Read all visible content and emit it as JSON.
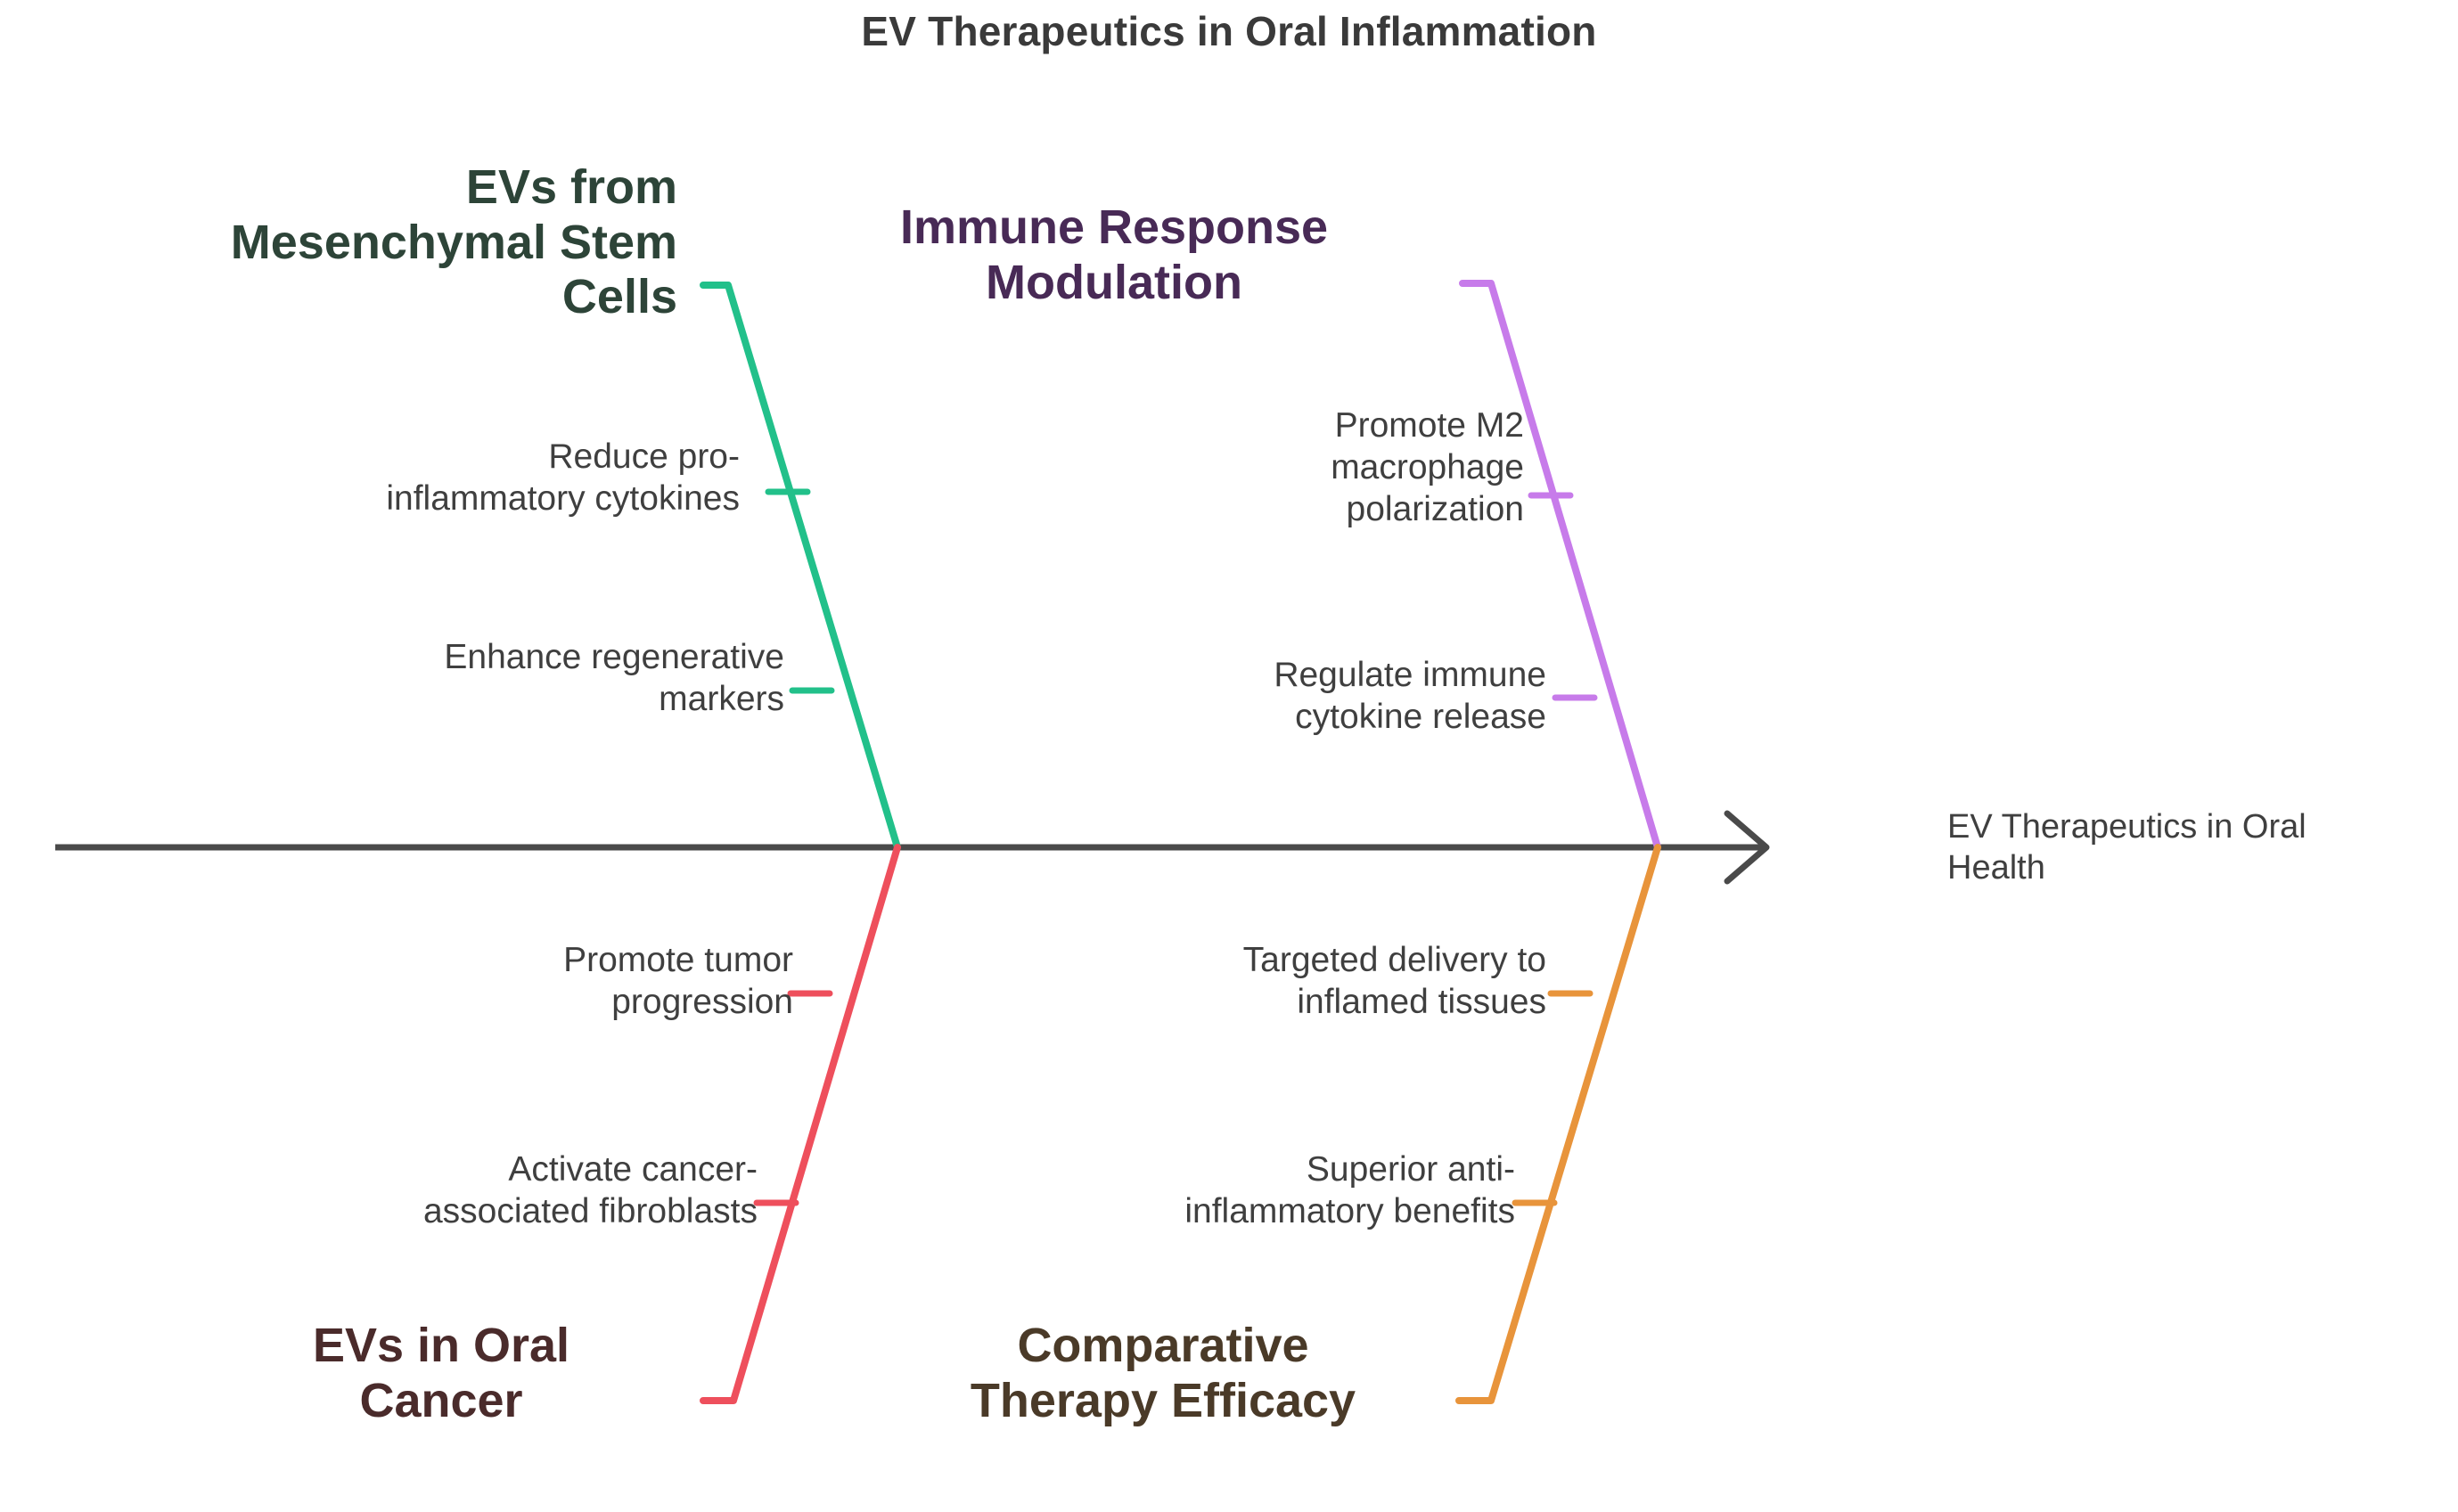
{
  "chart_data": {
    "type": "diagram",
    "diagram_kind": "fishbone-ishikawa",
    "title": "EV Therapeutics in Oral Inflammation",
    "effect": "EV Therapeutics in Oral Health",
    "spine": {
      "orientation": "horizontal",
      "arrow": "right"
    },
    "branches": [
      {
        "id": "msc",
        "label": "EVs from Mesenchymal Stem Cells",
        "position": "top-left",
        "color": "#22c08a",
        "text_color": "#2d4438",
        "causes": [
          "Reduce pro-inflammatory cytokines",
          "Enhance regenerative markers"
        ]
      },
      {
        "id": "immune",
        "label": "Immune Response Modulation",
        "position": "top-right",
        "color": "#c77bea",
        "text_color": "#482a56",
        "causes": [
          "Promote M2 macrophage polarization",
          "Regulate immune cytokine release"
        ]
      },
      {
        "id": "cancer",
        "label": "EVs in Oral Cancer",
        "position": "bottom-left",
        "color": "#ee4f5c",
        "text_color": "#4a2b2b",
        "causes": [
          "Promote tumor progression",
          "Activate cancer-associated fibroblasts"
        ]
      },
      {
        "id": "comparative",
        "label": "Comparative Therapy Efficacy",
        "position": "bottom-right",
        "color": "#e8943b",
        "text_color": "#4a3a28",
        "causes": [
          "Targeted delivery to inflamed tissues",
          "Superior anti-inflammatory benefits"
        ]
      }
    ]
  },
  "title": "EV Therapeutics in Oral Inflammation",
  "categories": {
    "msc": {
      "heading_line1": "EVs from",
      "heading_line2": "Mesenchymal Stem",
      "heading_line3": "Cells",
      "cause1_line1": "Reduce pro-",
      "cause1_line2": "inflammatory cytokines",
      "cause2_line1": "Enhance regenerative",
      "cause2_line2": "markers"
    },
    "immune": {
      "heading_line1": "Immune Response",
      "heading_line2": "Modulation",
      "cause1_line1": "Promote M2",
      "cause1_line2": "macrophage",
      "cause1_line3": "polarization",
      "cause2_line1": "Regulate immune",
      "cause2_line2": "cytokine release"
    },
    "cancer": {
      "heading_line1": "EVs in Oral",
      "heading_line2": "Cancer",
      "cause1_line1": "Promote tumor",
      "cause1_line2": "progression",
      "cause2_line1": "Activate cancer-",
      "cause2_line2": "associated fibroblasts"
    },
    "comparative": {
      "heading_line1": "Comparative",
      "heading_line2": "Therapy Efficacy",
      "cause1_line1": "Targeted delivery to",
      "cause1_line2": "inflamed tissues",
      "cause2_line1": "Superior anti-",
      "cause2_line2": "inflammatory benefits"
    }
  },
  "effect": {
    "line1": "EV Therapeutics in Oral",
    "line2": "Health"
  },
  "colors": {
    "spine": "#4a4a4a",
    "green": "#22c08a",
    "purple": "#c77bea",
    "red": "#ee4f5c",
    "orange": "#e8943b",
    "title_text": "#3a3a3a",
    "body_text": "#3f3f3f",
    "background": "#ffffff"
  }
}
